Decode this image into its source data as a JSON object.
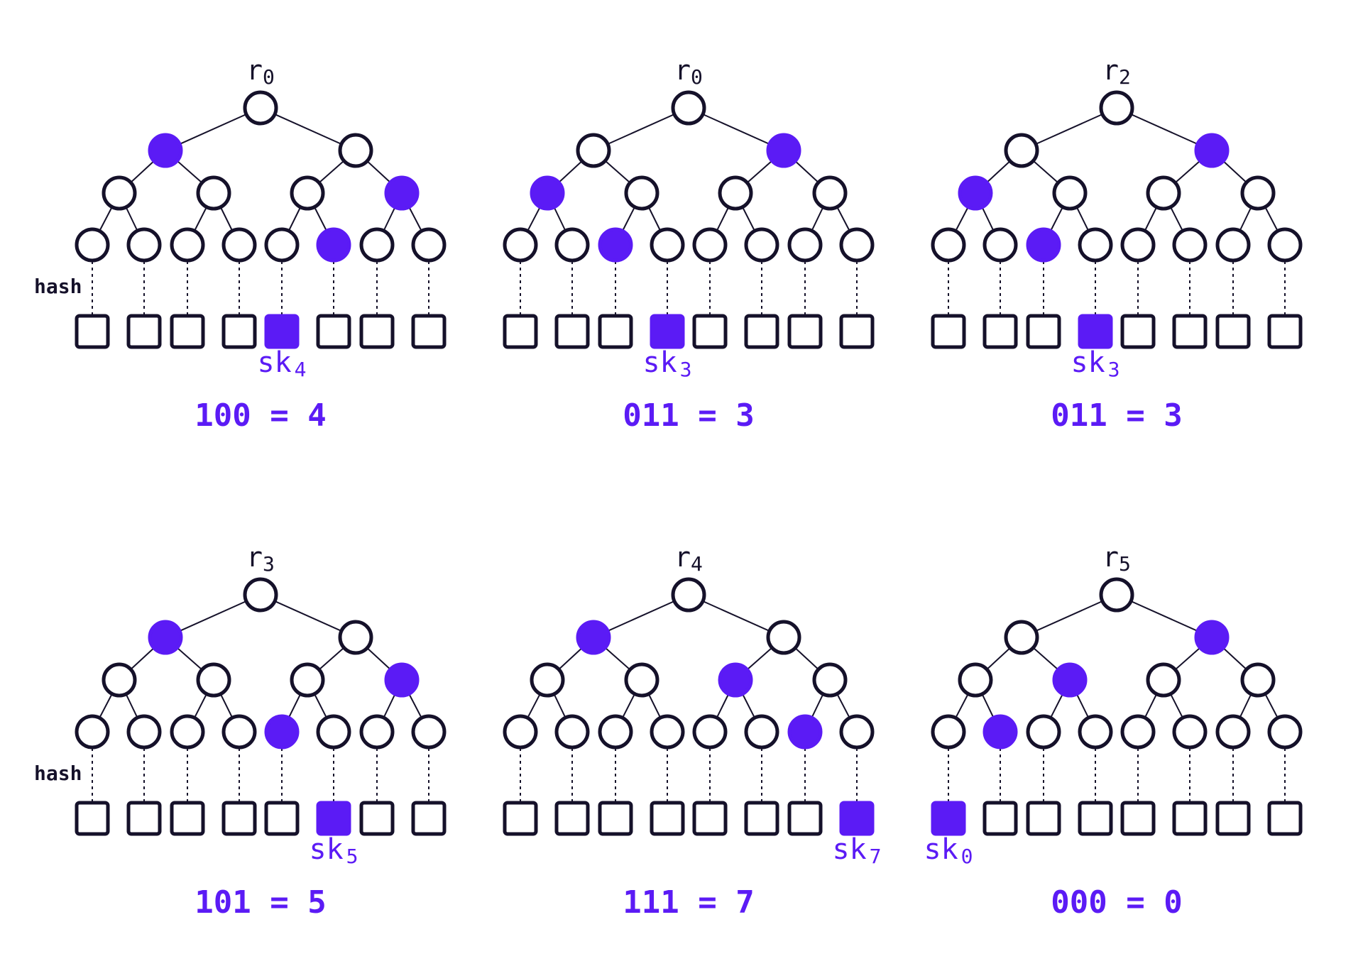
{
  "colors": {
    "accent": "#5b1bf5",
    "ink": "#15112a",
    "node_fill": "#ffffff"
  },
  "hash_label": "hash",
  "panels": [
    {
      "root_label": "r",
      "root_sub": "0",
      "path_bits": "100",
      "selected_leaf": 4,
      "sk_label": "sk",
      "sk_sub": "4",
      "formula": "100 = 4",
      "show_hash_label": true
    },
    {
      "root_label": "r",
      "root_sub": "0",
      "path_bits": "011",
      "selected_leaf": 3,
      "sk_label": "sk",
      "sk_sub": "3",
      "formula": "011 = 3",
      "show_hash_label": false
    },
    {
      "root_label": "r",
      "root_sub": "2",
      "path_bits": "011",
      "selected_leaf": 3,
      "sk_label": "sk",
      "sk_sub": "3",
      "formula": "011 = 3",
      "show_hash_label": false
    },
    {
      "root_label": "r",
      "root_sub": "3",
      "path_bits": "101",
      "selected_leaf": 5,
      "sk_label": "sk",
      "sk_sub": "5",
      "formula": "101 = 5",
      "show_hash_label": true
    },
    {
      "root_label": "r",
      "root_sub": "4",
      "path_bits": "111",
      "selected_leaf": 7,
      "sk_label": "sk",
      "sk_sub": "7",
      "formula": "111 = 7",
      "show_hash_label": false
    },
    {
      "root_label": "r",
      "root_sub": "5",
      "path_bits": "000",
      "selected_leaf": 0,
      "sk_label": "sk",
      "sk_sub": "0",
      "formula": "000 = 0",
      "show_hash_label": false
    }
  ]
}
